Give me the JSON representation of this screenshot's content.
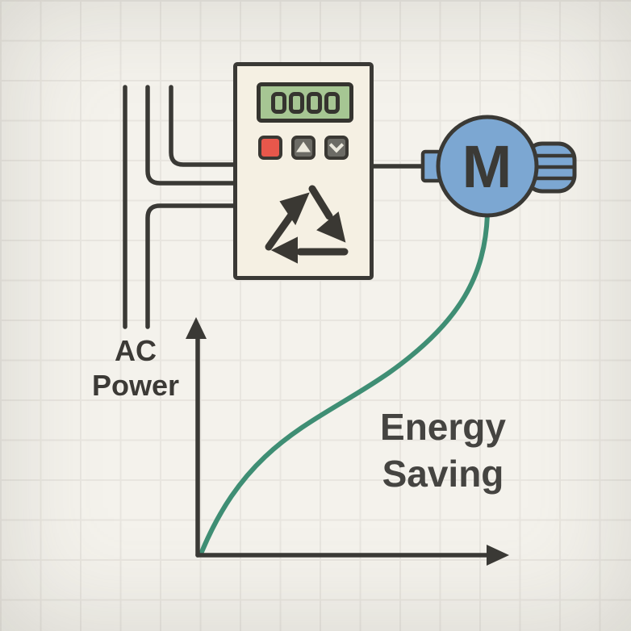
{
  "illustration": "vfd-motor-energy-saving",
  "colors": {
    "background": "#f4f2ec",
    "grid_line": "#e8e5df",
    "ink": "#3a3935",
    "panel_fill": "#f5f0e3",
    "lcd_green": "#a6c693",
    "stop_button_red": "#e8574b",
    "button_gray": "#6c6b65",
    "motor_blue": "#7ca7d2",
    "curve_green": "#3f8e74",
    "text": "#454441"
  },
  "ac_input": {
    "label_line1": "AC",
    "label_line2": "Power",
    "line_count": 3
  },
  "vfd": {
    "display_value": "0000",
    "buttons": [
      {
        "name": "stop-button",
        "icon": "red-square"
      },
      {
        "name": "up-button",
        "icon": "triangle-up"
      },
      {
        "name": "down-button",
        "icon": "chevron-down"
      }
    ],
    "front_symbol": "rotation-cycle-arrows"
  },
  "motor": {
    "label": "M"
  },
  "graph": {
    "annotation_line1": "Energy",
    "annotation_line2": "Saving",
    "chart_data": {
      "type": "line",
      "title": "",
      "xlabel": "",
      "ylabel": "",
      "legend": "none",
      "grid": "off",
      "annotations": [
        "Energy Saving"
      ],
      "series": [
        {
          "name": "energy-saving-curve",
          "x": [
            0.0,
            0.05,
            0.15,
            0.3,
            0.5,
            0.7,
            0.85,
            1.0
          ],
          "y": [
            0.0,
            0.18,
            0.38,
            0.52,
            0.63,
            0.75,
            0.88,
            1.0
          ]
        }
      ]
    }
  }
}
